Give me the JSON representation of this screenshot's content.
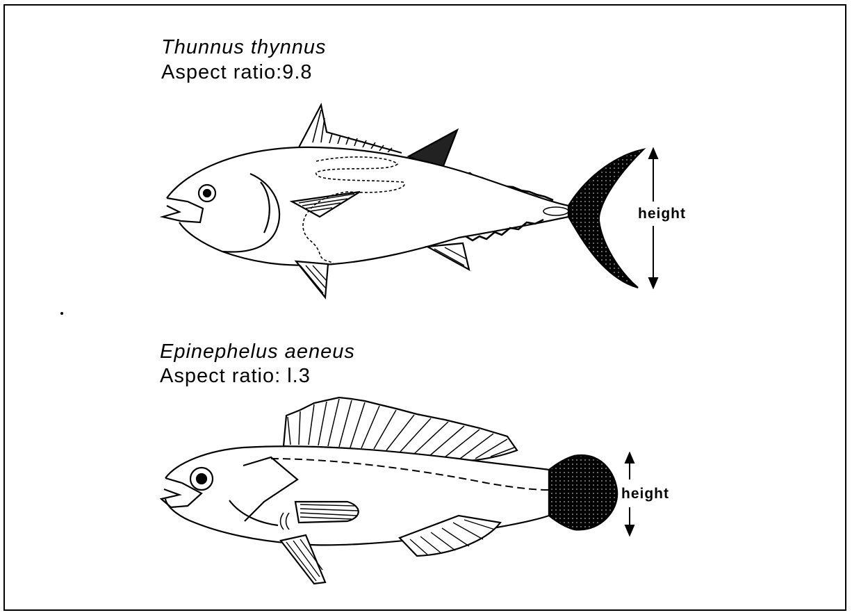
{
  "fish": [
    {
      "species": "Thunnus thynnus",
      "aspect_label": "Aspect ratio:9.8",
      "height_label": "height"
    },
    {
      "species": "Epinephelus aeneus",
      "aspect_label": "Aspect ratio: l.3",
      "height_label": "height"
    }
  ]
}
